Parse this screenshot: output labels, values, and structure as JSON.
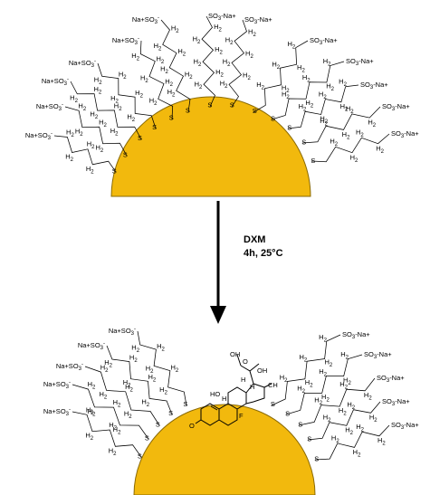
{
  "condition": {
    "reagent": "DXM",
    "time_temp": "4h, 25°C"
  },
  "labels": {
    "na_left": "Na+SO",
    "na_right": "SO",
    "na_right_tail": "-Na+",
    "sub_3": "3",
    "sup_minus": "-",
    "ch": "H",
    "sub_2": "2",
    "s": "S"
  },
  "drug": {
    "oh": "OH",
    "ho": "HO",
    "o": "O",
    "f": "F",
    "h": "H",
    "c": "C",
    "ch3": "CH"
  },
  "colors": {
    "gold": "#f2b90d",
    "gold_edge": "#8a6a05"
  }
}
